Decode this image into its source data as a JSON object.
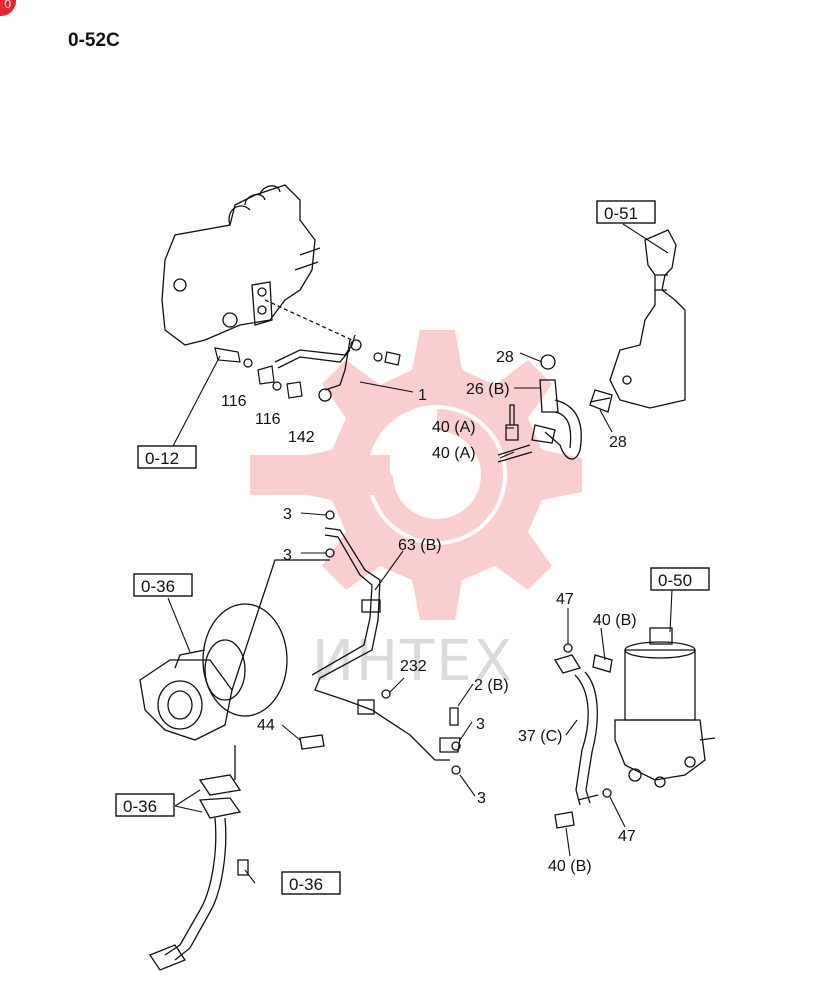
{
  "page_badge": "0",
  "page_code": "0-52C",
  "watermark_text": "ИНТЕХ",
  "ref_boxes": {
    "r0_51": "0-51",
    "r0_12": "0-12",
    "r0_36_top": "0-36",
    "r0_36_mid": "0-36",
    "r0_36_bot": "0-36",
    "r0_50": "0-50"
  },
  "part_labels": {
    "p1": "1",
    "p116a": "116",
    "p116b": "116",
    "p142": "142",
    "p28a": "28",
    "p26b": "26 (B)",
    "p40a1": "40 (A)",
    "p40a2": "40 (A)",
    "p28b": "28",
    "p3a": "3",
    "p3b": "3",
    "p63b": "63 (B)",
    "p47a": "47",
    "p40b1": "40 (B)",
    "p232": "232",
    "p2b": "2 (B)",
    "p44": "44",
    "p3c": "3",
    "p37c": "37 (C)",
    "p3d": "3",
    "p47b": "47",
    "p40b2": "40 (B)"
  }
}
